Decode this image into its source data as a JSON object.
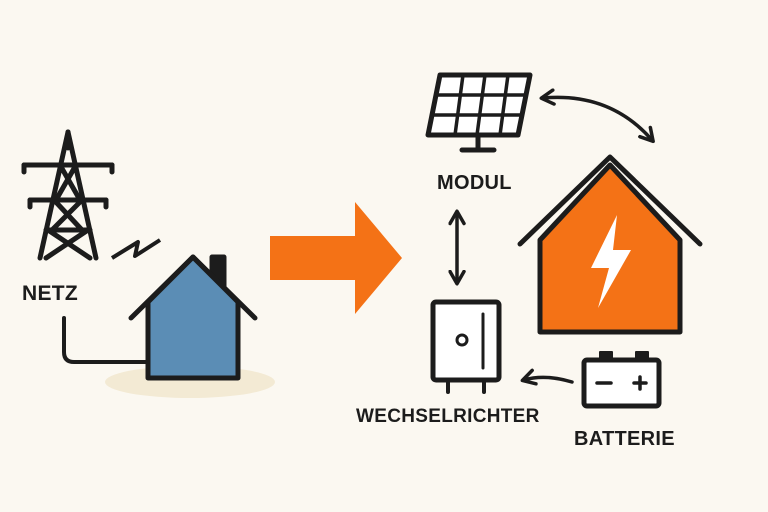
{
  "labels": {
    "grid": "NETZ",
    "module": "MODUL",
    "inverter": "WECHSELRICHTER",
    "battery": "BATTERIE"
  },
  "colors": {
    "background": "#fbf8f1",
    "outline": "#1c1c1c",
    "accent_orange": "#f47216",
    "house_blue": "#5b8db5",
    "shadow": "#f3ead4"
  },
  "icons": {
    "grid": "power-pylon-icon",
    "consumer": "blue-house-icon",
    "transition": "orange-arrow-icon",
    "module": "solar-panel-icon",
    "inverter": "inverter-box-icon",
    "battery": "battery-icon",
    "smart_home": "orange-house-lightning-icon"
  }
}
